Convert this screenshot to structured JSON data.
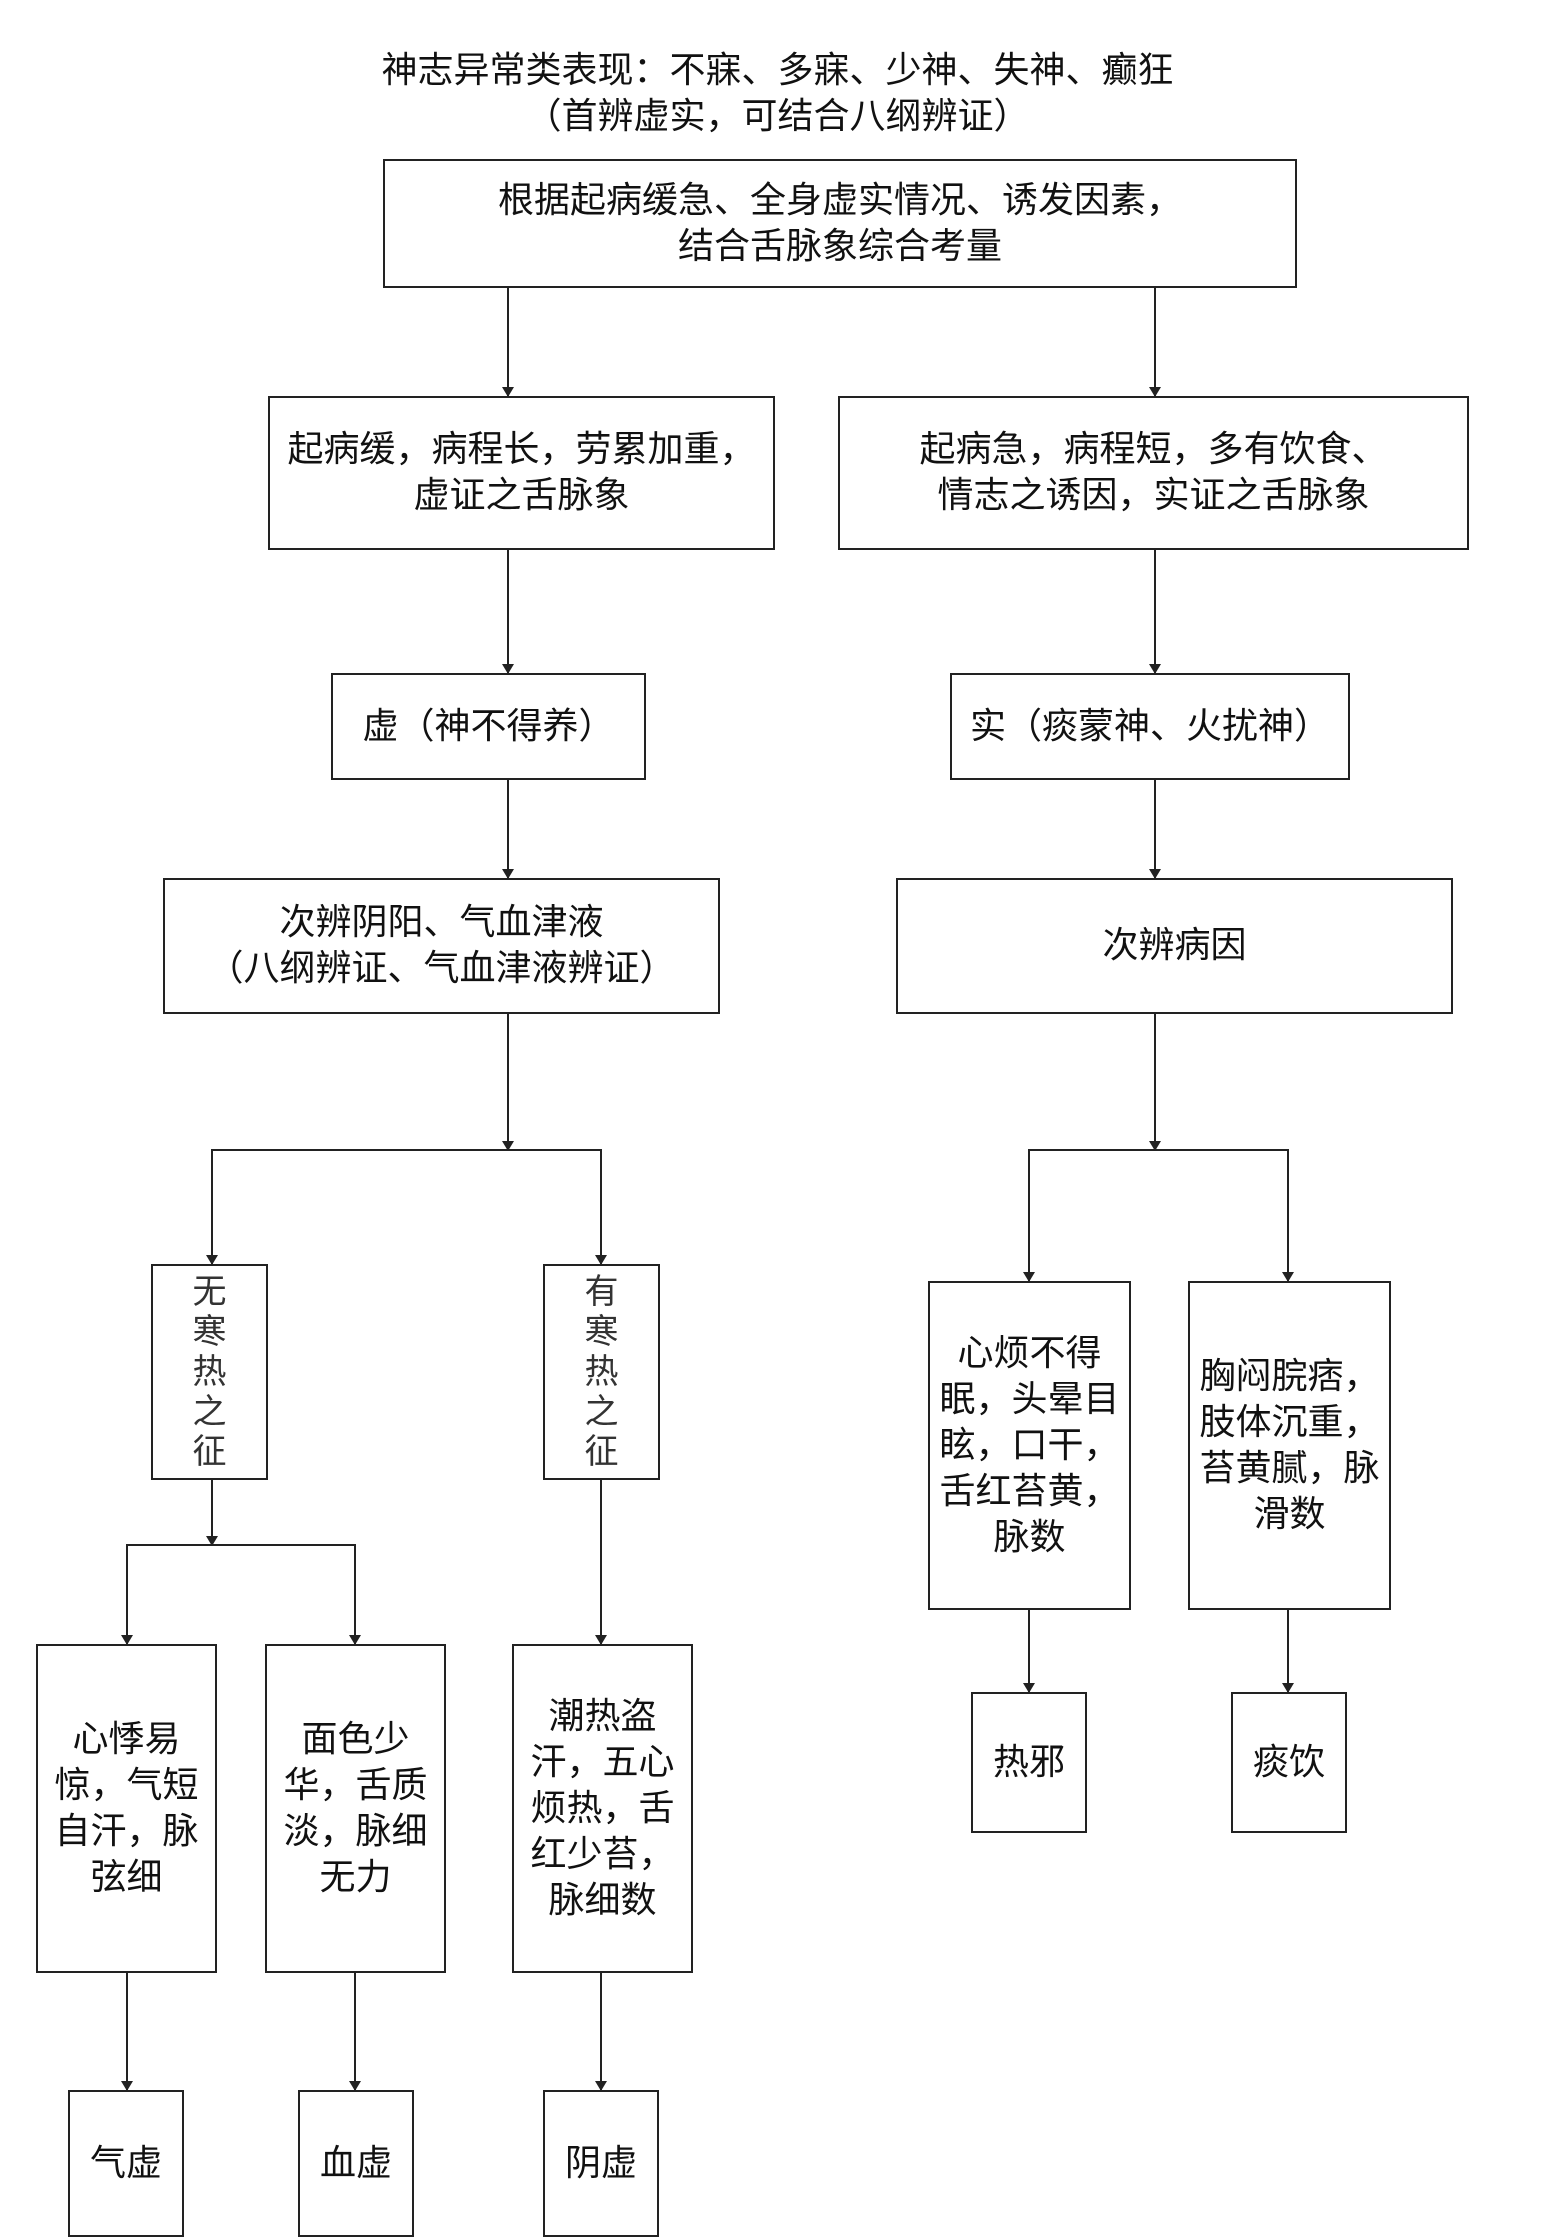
{
  "title": {
    "line1": "神志异常类表现：不寐、多寐、少神、失神、癫狂",
    "line2": "（首辨虚实，可结合八纲辨证）"
  },
  "root": {
    "line1": "根据起病缓急、全身虚实情况、诱发因素，",
    "line2": "结合舌脉象综合考量"
  },
  "left": {
    "onset": {
      "line1": "起病缓，病程长，劳累加重，",
      "line2": "虚证之舌脉象"
    },
    "deficiency": "虚（神不得养）",
    "next": {
      "line1": "次辨阴阳、气血津液",
      "line2": "（八纲辨证、气血津液辨证）"
    },
    "no_cold_heat": {
      "chars": [
        "无",
        "寒",
        "热",
        "之",
        "征"
      ]
    },
    "has_cold_heat": {
      "chars": [
        "有",
        "寒",
        "热",
        "之",
        "征"
      ]
    },
    "qi_symptoms": {
      "lines": [
        "心悸易",
        "惊，气短",
        "自汗，脉",
        "弦细"
      ]
    },
    "blood_symptoms": {
      "lines": [
        "面色少",
        "华，舌质",
        "淡，脉细",
        "无力"
      ]
    },
    "yin_symptoms": {
      "lines": [
        "潮热盗",
        "汗，五心",
        "烦热，舌",
        "红少苔，",
        "脉细数"
      ]
    },
    "qi_deficiency": "气虚",
    "blood_deficiency": "血虚",
    "yin_deficiency": "阴虚"
  },
  "right": {
    "onset": {
      "line1": "起病急，病程短，多有饮食、",
      "line2": "情志之诱因，实证之舌脉象"
    },
    "excess": "实（痰蒙神、火扰神）",
    "next": "次辨病因",
    "heat_symptoms": {
      "lines": [
        "心烦不得",
        "眠，头晕目",
        "眩，口干，",
        "舌红苔黄，",
        "脉数"
      ]
    },
    "phlegm_symptoms": {
      "lines": [
        "胸闷脘痞，",
        "肢体沉重，",
        "苔黄腻，脉",
        "滑数"
      ]
    },
    "heat_evil": "热邪",
    "phlegm_fluid": "痰饮"
  }
}
